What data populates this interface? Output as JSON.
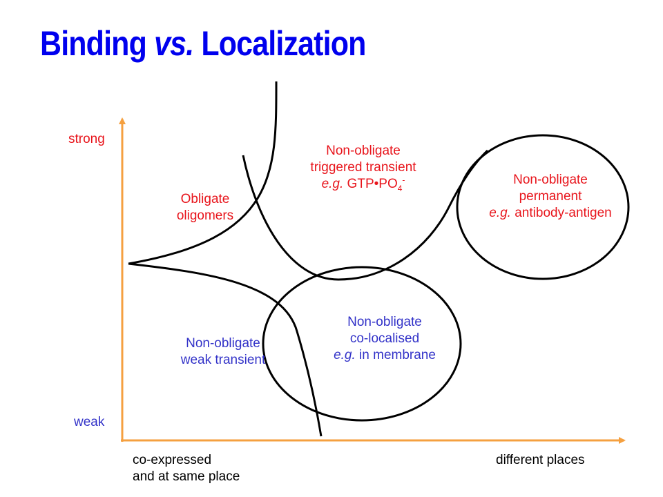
{
  "title": {
    "part1": "Binding ",
    "part2": "vs.",
    "part3": " Localization"
  },
  "axes": {
    "y_top": "strong",
    "y_bottom": "weak",
    "x_left_line1": "co-expressed",
    "x_left_line2": "and at same place",
    "x_right": "different places",
    "color": "#f5a040"
  },
  "regions": {
    "obligate": {
      "line1": "Obligate",
      "line2": "oligomers"
    },
    "triggered": {
      "line1": "Non-obligate",
      "line2": "triggered transient",
      "eg": "e.g.",
      "example_main": " GTP•PO",
      "example_sub": "4",
      "example_sup": "-"
    },
    "permanent": {
      "line1": "Non-obligate",
      "line2": "permanent",
      "eg": "e.g.",
      "example": " antibody-antigen"
    },
    "colocalised": {
      "line1": "Non-obligate",
      "line2": "co-localised",
      "eg": "e.g.",
      "example": " in membrane"
    },
    "weak": {
      "line1": "Non-obligate",
      "line2": "weak transient"
    }
  },
  "colors": {
    "title": "#0000ee",
    "red_label": "#e8141b",
    "blue_label": "#3232c8",
    "curves": "#000000"
  }
}
